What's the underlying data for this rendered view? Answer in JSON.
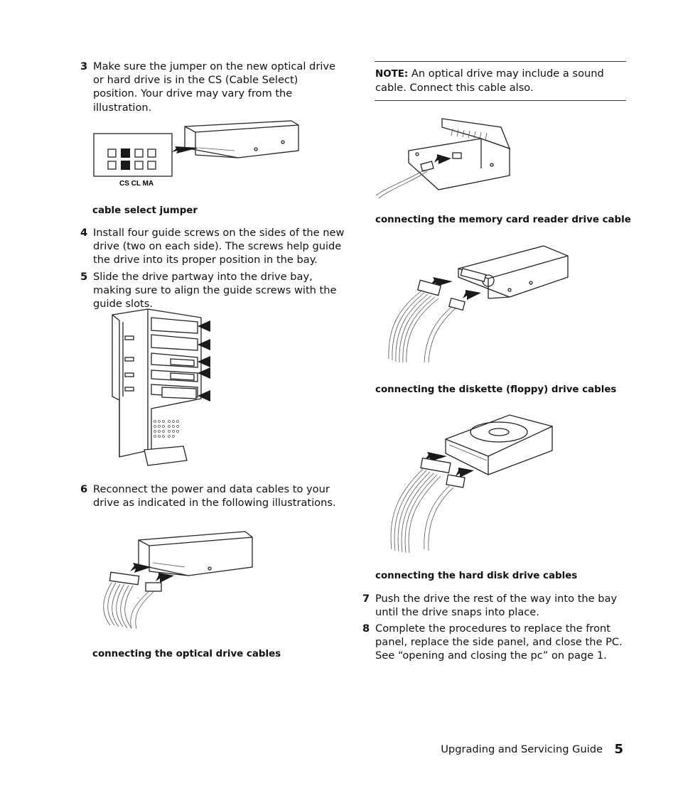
{
  "left_column": {
    "step3": {
      "number": "3",
      "text": "Make sure the jumper on the new optical drive or hard drive is in the CS (Cable Select) position. Your drive may vary from the illustration."
    },
    "jumper_labels": "CS CL MA",
    "caption_jumper": "cable select jumper",
    "step4": {
      "number": "4",
      "text": "Install four guide screws on the sides of the new drive (two on each side). The screws help guide the drive into its proper position in the bay."
    },
    "step5": {
      "number": "5",
      "text": "Slide the drive partway into the drive bay, making sure to align the guide screws with the guide slots."
    },
    "step6": {
      "number": "6",
      "text": "Reconnect the power and data cables to your drive as indicated in the following illustrations."
    },
    "caption_optical": "connecting the optical drive cables"
  },
  "right_column": {
    "note": {
      "label": "NOTE:",
      "text": "An optical drive may include a sound cable. Connect this cable also."
    },
    "caption_card_reader": "connecting the memory card reader drive cable",
    "caption_diskette": "connecting the diskette (floppy) drive cables",
    "caption_hard_disk": "connecting the hard disk drive cables",
    "step7": {
      "number": "7",
      "text": "Push the drive the rest of the way into the bay until the drive snaps into place."
    },
    "step8": {
      "number": "8",
      "text": "Complete the procedures to replace the front panel, replace the side panel, and close the PC. See “opening and closing the pc” on page 1."
    }
  },
  "footer": {
    "guide_title": "Upgrading and Servicing Guide",
    "page_number": "5"
  }
}
